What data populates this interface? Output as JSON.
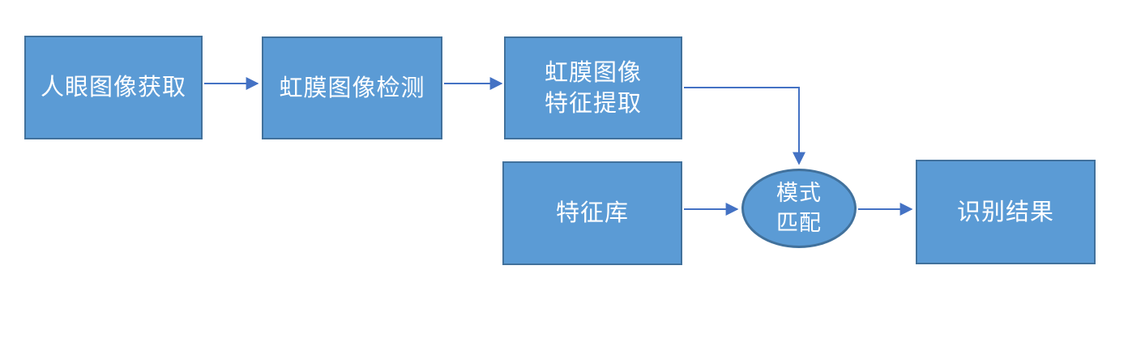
{
  "diagram": {
    "type": "flowchart",
    "colors": {
      "node_fill": "#5B9BD5",
      "node_border": "#41719C",
      "arrow": "#4472C4",
      "text": "#FFFFFF",
      "background": "#FFFFFF"
    },
    "nodes": [
      {
        "id": "acquire",
        "shape": "rectangle",
        "label": "人眼图像获取"
      },
      {
        "id": "detect",
        "shape": "rectangle",
        "label": "虹膜图像检测"
      },
      {
        "id": "extract",
        "shape": "rectangle",
        "label": "虹膜图像\n特征提取"
      },
      {
        "id": "feature-db",
        "shape": "rectangle",
        "label": "特征库"
      },
      {
        "id": "match",
        "shape": "ellipse",
        "label": "模式\n匹配"
      },
      {
        "id": "result",
        "shape": "rectangle",
        "label": "识别结果"
      }
    ],
    "edges": [
      {
        "from": "acquire",
        "to": "detect",
        "style": "straight-arrow"
      },
      {
        "from": "detect",
        "to": "extract",
        "style": "straight-arrow"
      },
      {
        "from": "extract",
        "to": "match",
        "style": "elbow-arrow"
      },
      {
        "from": "feature-db",
        "to": "match",
        "style": "straight-arrow"
      },
      {
        "from": "match",
        "to": "result",
        "style": "straight-arrow"
      }
    ]
  }
}
